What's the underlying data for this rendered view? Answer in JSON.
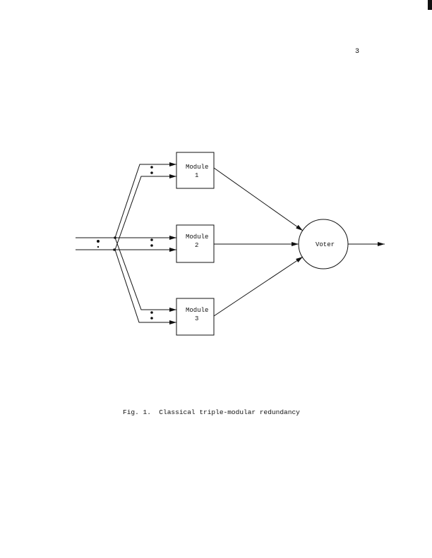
{
  "page_number": "3",
  "diagram": {
    "modules": [
      {
        "line1": "Module",
        "line2": "1"
      },
      {
        "line1": "Module",
        "line2": "2"
      },
      {
        "line1": "Module",
        "line2": "3"
      }
    ],
    "voter_label": "Voter"
  },
  "caption": "Fig. 1.  Classical triple-modular redundancy"
}
